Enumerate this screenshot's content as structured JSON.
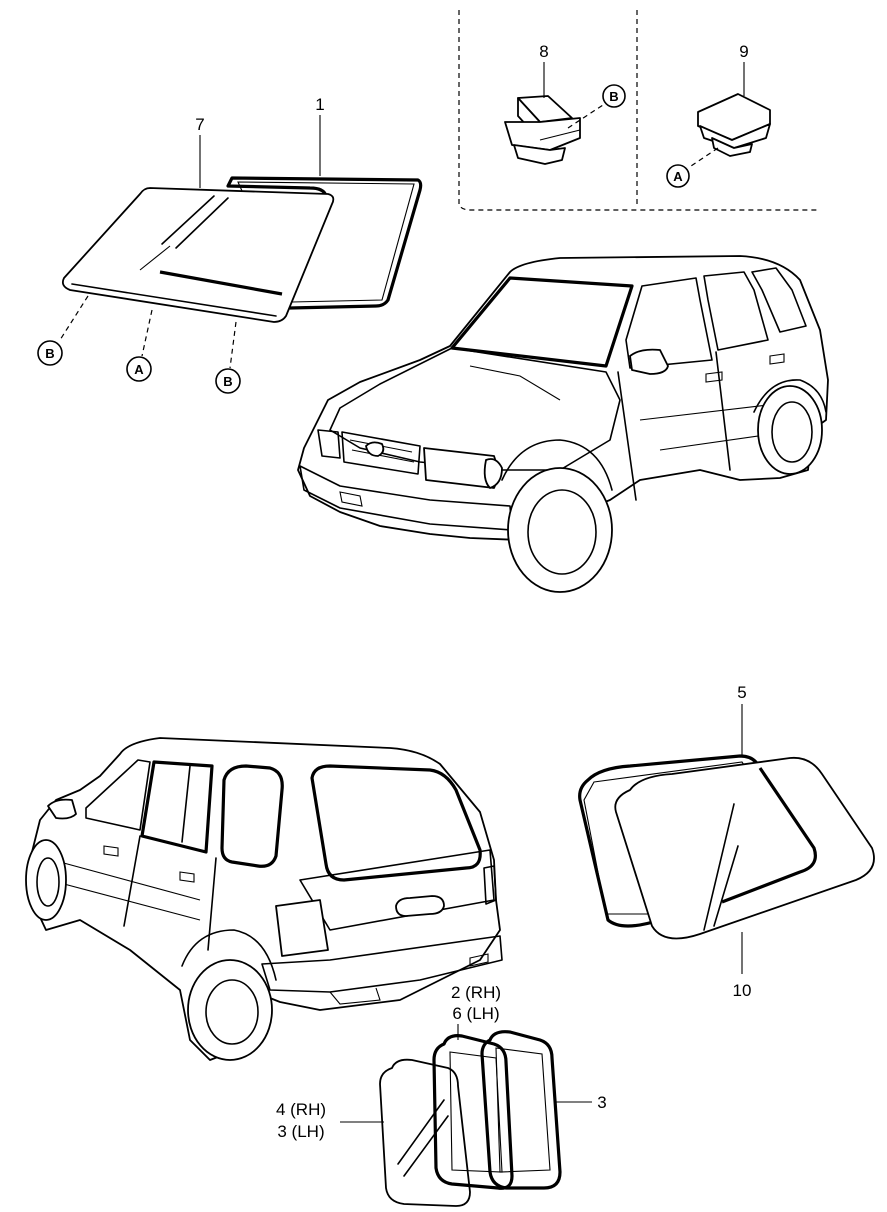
{
  "callouts": {
    "c1": "1",
    "c7": "7",
    "c8": "8",
    "c9": "9",
    "c5": "5",
    "c10": "10",
    "c2": "2 (RH)",
    "c6": "6 (LH)",
    "c4": "4 (RH)",
    "c3lh": "3 (LH)",
    "c3": "3"
  },
  "refs": {
    "b_left": "B",
    "a_mid": "A",
    "b_right": "B",
    "b_clip": "B",
    "a_clip": "A"
  }
}
